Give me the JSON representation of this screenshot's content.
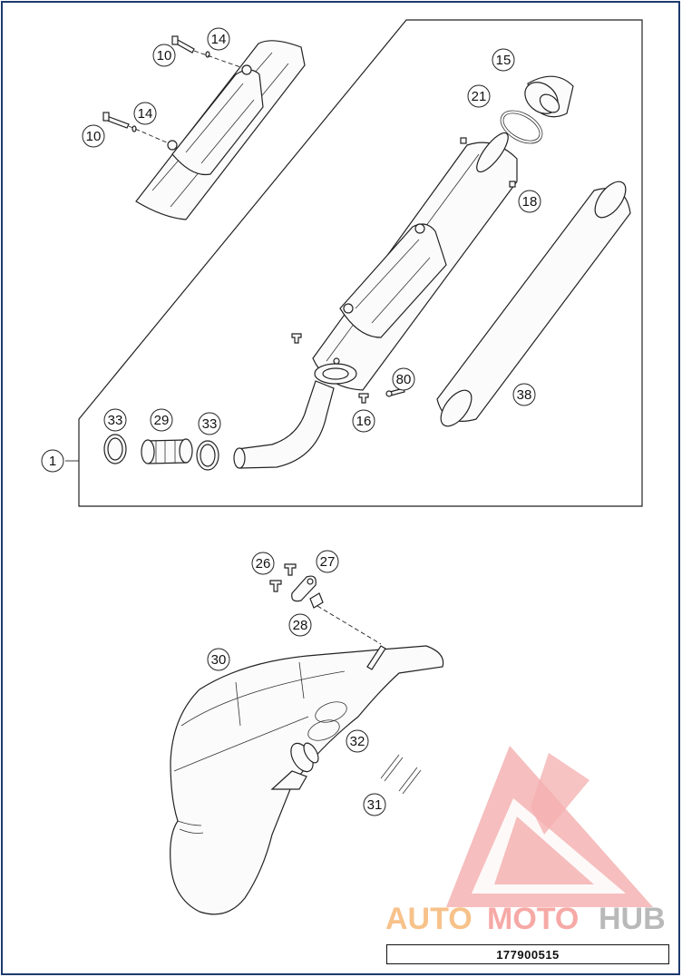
{
  "diagram": {
    "callouts": {
      "c10a": "10",
      "c14a": "14",
      "c10b": "10",
      "c14b": "14",
      "c15": "15",
      "c21": "21",
      "c18": "18",
      "c38": "38",
      "c80": "80",
      "c16": "16",
      "c33a": "33",
      "c29": "29",
      "c33b": "33",
      "c1": "1",
      "c26": "26",
      "c27": "27",
      "c28": "28",
      "c30": "30",
      "c32": "32",
      "c31": "31"
    },
    "document_number": "177900515"
  },
  "watermark": {
    "logo_text_part1": "AUTO",
    "logo_text_part2": "MOTO",
    "logo_text_part3": "HUB",
    "colors": {
      "triangle": "#f08080",
      "auto": "#f7c28a",
      "moto": "#f6a9a6",
      "hub": "#b9b9b9"
    }
  }
}
